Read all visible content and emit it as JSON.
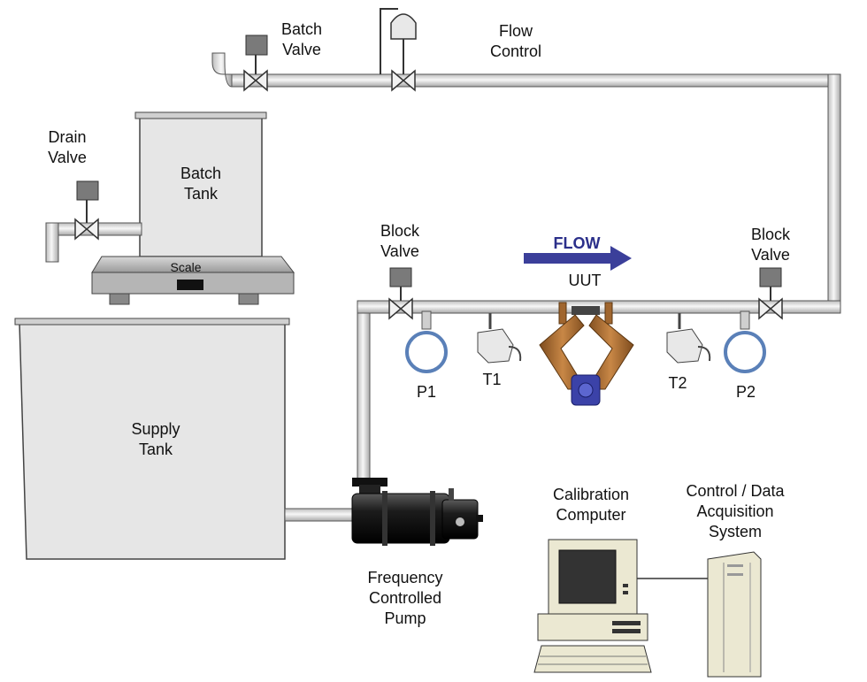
{
  "labels": {
    "batch_valve": [
      "Batch",
      "Valve"
    ],
    "flow_control": [
      "Flow",
      "Control"
    ],
    "drain_valve": [
      "Drain",
      "Valve"
    ],
    "batch_tank": [
      "Batch",
      "Tank"
    ],
    "scale": "Scale",
    "supply_tank": [
      "Supply",
      "Tank"
    ],
    "block_valve_left": [
      "Block",
      "Valve"
    ],
    "block_valve_right": [
      "Block",
      "Valve"
    ],
    "flow": "FLOW",
    "uut": "UUT",
    "p1": "P1",
    "t1": "T1",
    "t2": "T2",
    "p2": "P2",
    "pump": [
      "Frequency",
      "Controlled",
      "Pump"
    ],
    "calibration_computer": [
      "Calibration",
      "Computer"
    ],
    "control_system": [
      "Control / Data",
      "Acquisition",
      "System"
    ]
  },
  "colors": {
    "pipe": "#e4e4e4",
    "pipe_edge": "#555555",
    "valve_actuator": "#7a7a7a",
    "gauge_face": "#ffffff",
    "gauge_ring": "#5a80b8",
    "meter_tube": "#a0662f",
    "meter_drive": "#3b42a8",
    "flow_arrow": "#3b3f9a",
    "pump_body": "#1e1e1e",
    "computer": "#ebe8d2",
    "screen": "#333333"
  }
}
